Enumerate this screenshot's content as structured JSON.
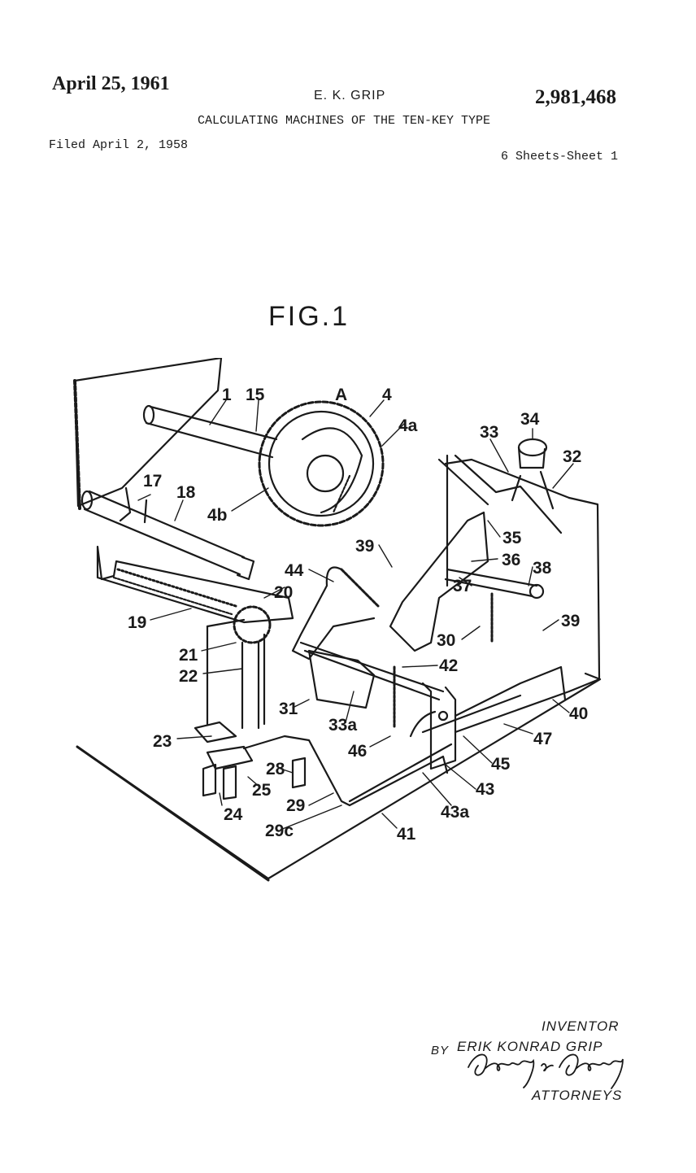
{
  "header": {
    "date": "April 25, 1961",
    "inventor_short": "E. K. GRIP",
    "patent_number": "2,981,468",
    "title": "CALCULATING MACHINES OF THE TEN-KEY TYPE",
    "filed": "Filed April 2, 1958",
    "sheet": "6 Sheets-Sheet 1"
  },
  "figure": {
    "caption": "FIG.1",
    "labels": {
      "l1": "1",
      "l15": "15",
      "lA": "A",
      "l4": "4",
      "l4a": "4a",
      "l34": "34",
      "l33": "33",
      "l32": "32",
      "l17": "17",
      "l18": "18",
      "l4b": "4b",
      "l35": "35",
      "l39a": "39",
      "l36": "36",
      "l44": "44",
      "l20": "20",
      "l38": "38",
      "l37": "37",
      "l19": "19",
      "l39b": "39",
      "l30": "30",
      "l21": "21",
      "l22": "22",
      "l42": "42",
      "l31": "31",
      "l33a": "33a",
      "l40": "40",
      "l23": "23",
      "l46": "46",
      "l47": "47",
      "l45": "45",
      "l28": "28",
      "l25": "25",
      "l43": "43",
      "l29": "29",
      "l24": "24",
      "l43a": "43a",
      "l29c": "29c",
      "l41": "41"
    }
  },
  "footer": {
    "inventor_heading": "INVENTOR",
    "inventor_name": "ERIK KONRAD GRIP",
    "by": "BY",
    "signature": "Darby & Darby",
    "attorneys": "ATTORNEYS"
  }
}
